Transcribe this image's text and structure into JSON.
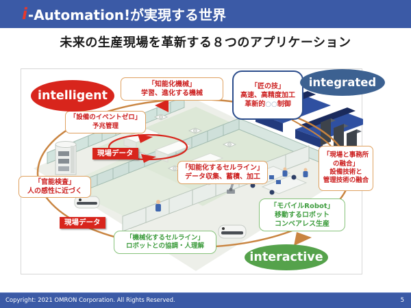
{
  "header": {
    "brand_i": "i",
    "title": "-Automation!が実現する世界"
  },
  "subtitle": "未来の生産現場を革新する８つのアプリケーション",
  "concepts": {
    "intelligent": "intelligent",
    "integrated": "integrated",
    "interactive": "interactive"
  },
  "callouts": {
    "smart_machine": {
      "title": "「知能化機械」",
      "desc": "学習、進化する機械"
    },
    "takumi": {
      "title": "「匠の技」",
      "line2": "高速、高精度加工",
      "line3_pre": "革新的",
      "line3_mid": "○○",
      "line3_post": "制御"
    },
    "zero_event": {
      "title": "「設備のイベントゼロ」",
      "desc": "予兆管理"
    },
    "sensory": {
      "title": "「官能検査」",
      "desc": "人の感性に近づく"
    },
    "smart_cell": {
      "title": "「知能化するセルライン」",
      "desc": "データ収集、蓄積、加工"
    },
    "site_office": {
      "title": "「現場と事務所の融合」",
      "line2": "設備技術と",
      "line3": "管理技術の融合"
    },
    "mobile_robot": {
      "title": "「モバイルRobot」",
      "line2": "移動するロボット",
      "line3": "コンベアレス生産"
    },
    "mech_cell": {
      "title": "「機械化するセルライン」",
      "desc": "ロボットとの協調・人理解"
    }
  },
  "badges": {
    "site_data_top": "現場データ",
    "site_data_bottom": "現場データ"
  },
  "footer": {
    "copyright": "Copyright: 2021 OMRON Corporation. All Rights Reserved.",
    "page_number": "5"
  },
  "colors": {
    "header_blue": "#3b5aa6",
    "omron_red": "#d8251c",
    "brand_i_red": "#e8392b",
    "integrated_blue": "#3c6191",
    "interactive_green": "#55a24b",
    "callout_orange_border": "#dfa05f",
    "callout_red_text": "#cc2020",
    "green_border": "#86c27a",
    "green_text": "#3d9c3d",
    "orbit_orange": "#c98440"
  }
}
